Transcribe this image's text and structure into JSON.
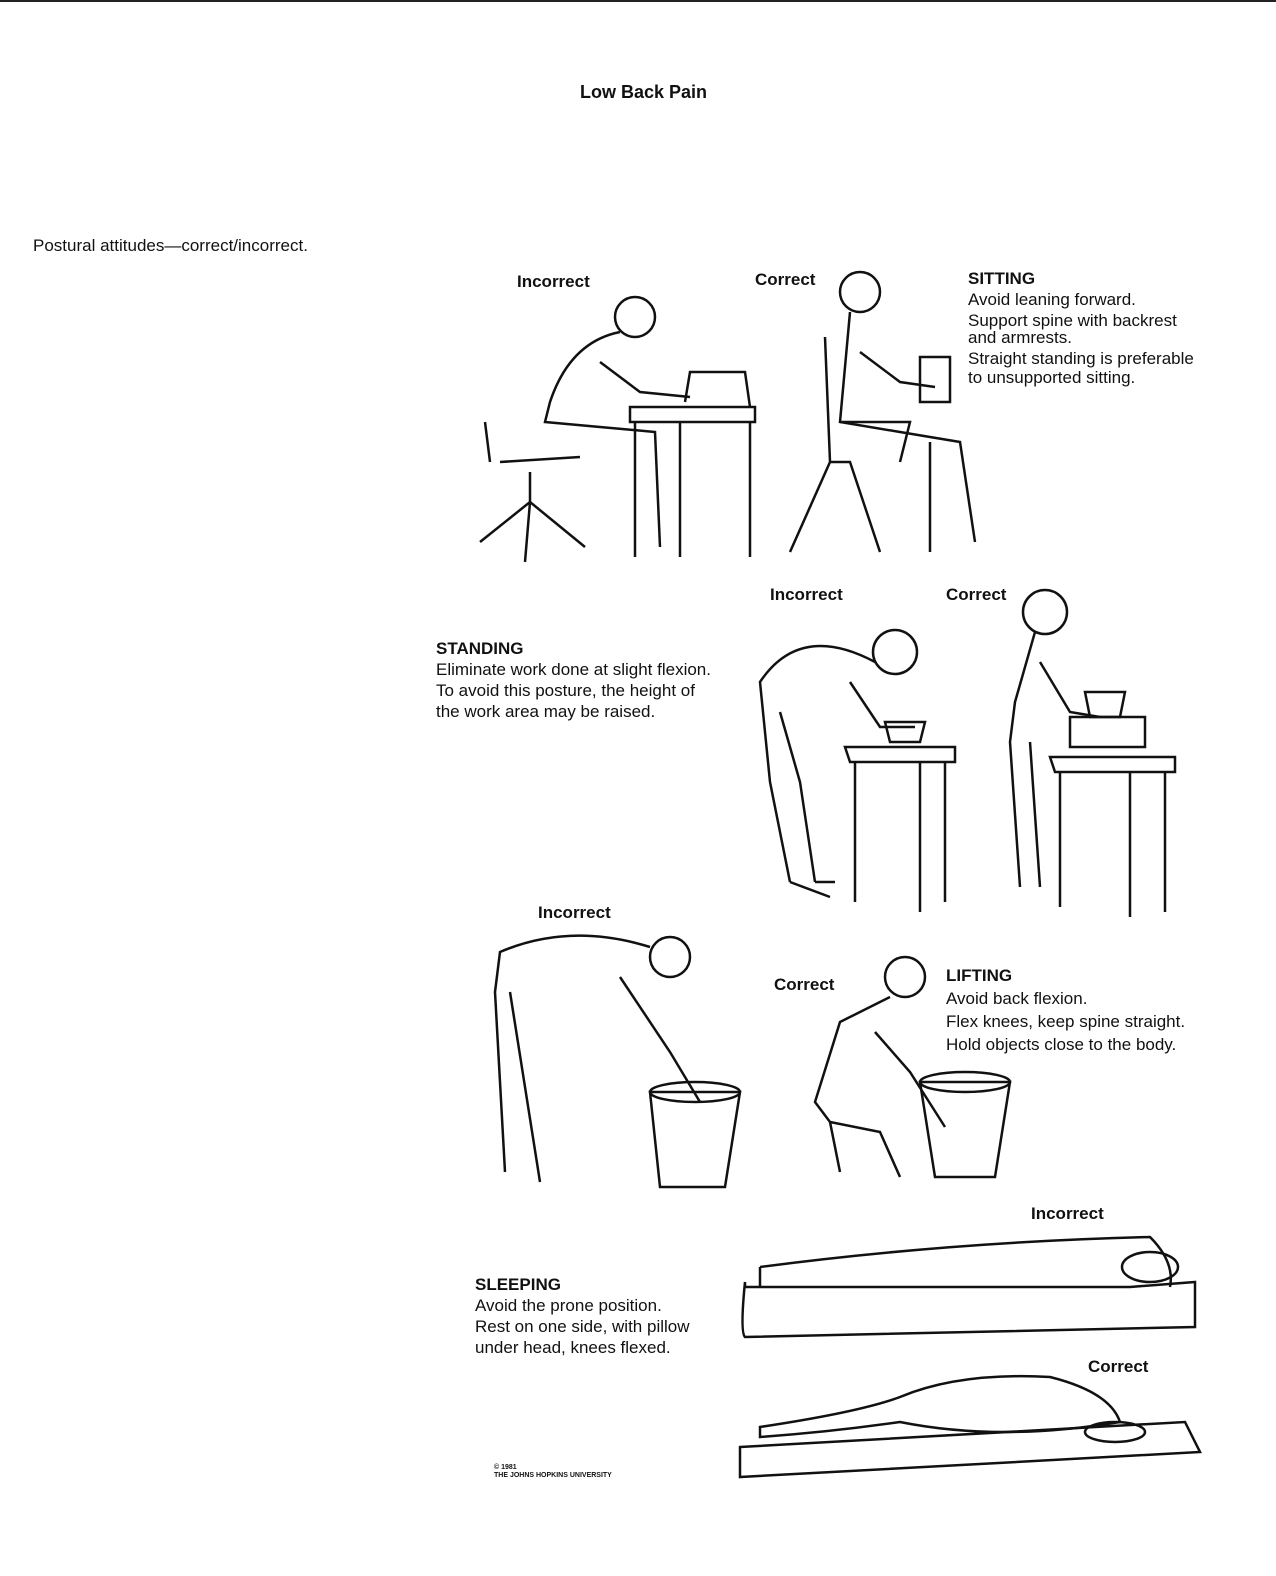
{
  "title": "Low Back Pain",
  "caption": "Postural attitudes—correct/incorrect.",
  "sitting": {
    "heading": "SITTING",
    "lines": [
      "Avoid leaning forward.",
      "Support spine with backrest",
      "and armrests.",
      "Straight standing is preferable",
      "to unsupported sitting."
    ],
    "incorrect_label": "Incorrect",
    "correct_label": "Correct"
  },
  "standing": {
    "heading": "STANDING",
    "lines": [
      "Eliminate work done at slight flexion.",
      "To avoid this posture, the height of",
      "the work area may be raised."
    ],
    "incorrect_label": "Incorrect",
    "correct_label": "Correct"
  },
  "lifting": {
    "heading": "LIFTING",
    "lines": [
      "Avoid back flexion.",
      "Flex knees, keep spine straight.",
      "Hold objects close to the body."
    ],
    "incorrect_label": "Incorrect",
    "correct_label": "Correct"
  },
  "sleeping": {
    "heading": "SLEEPING",
    "lines": [
      "Avoid the prone position.",
      "Rest on one side, with pillow",
      "under head, knees flexed."
    ],
    "incorrect_label": "Incorrect",
    "correct_label": "Correct"
  },
  "copyright": {
    "year": "© 1981",
    "holder": "THE JOHNS HOPKINS UNIVERSITY"
  }
}
